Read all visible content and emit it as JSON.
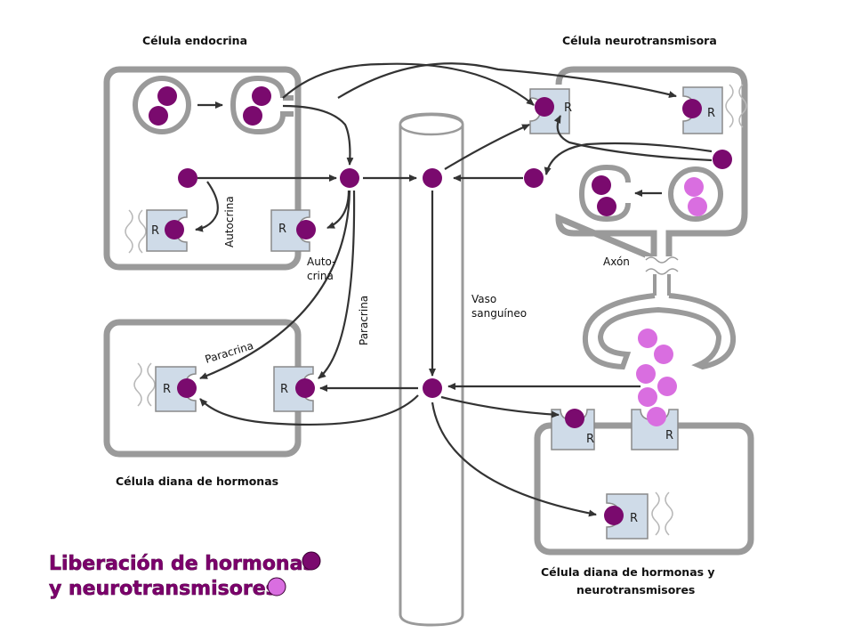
{
  "labels": {
    "endocrine_cell": "Célula endocrina",
    "neurotransmitter_cell": "Célula neurotransmisora",
    "hormone_target_cell": "Célula diana de hormonas",
    "dual_target_cell_line1": "Célula diana de hormonas y",
    "dual_target_cell_line2": "neurotransmisores",
    "autocrine_vertical": "Autocrina",
    "autocrine_split_1": "Auto-",
    "autocrine_split_2": "crina",
    "paracrine_vertical": "Paracrina",
    "paracrine_slanted": "Paracrina",
    "blood_vessel_1": "Vaso",
    "blood_vessel_2": "sanguíneo",
    "axon": "Axón",
    "receptor": "R"
  },
  "legend": {
    "line1": "Liberación de hormonas",
    "line2": "y neurotransmisores"
  },
  "colors": {
    "hormone": "#7a0a6e",
    "neurotransmitter": "#d96ee0",
    "receptor": "#cfdbe8",
    "membrane": "#9a9a9a",
    "legend_text": "#7b006b"
  }
}
